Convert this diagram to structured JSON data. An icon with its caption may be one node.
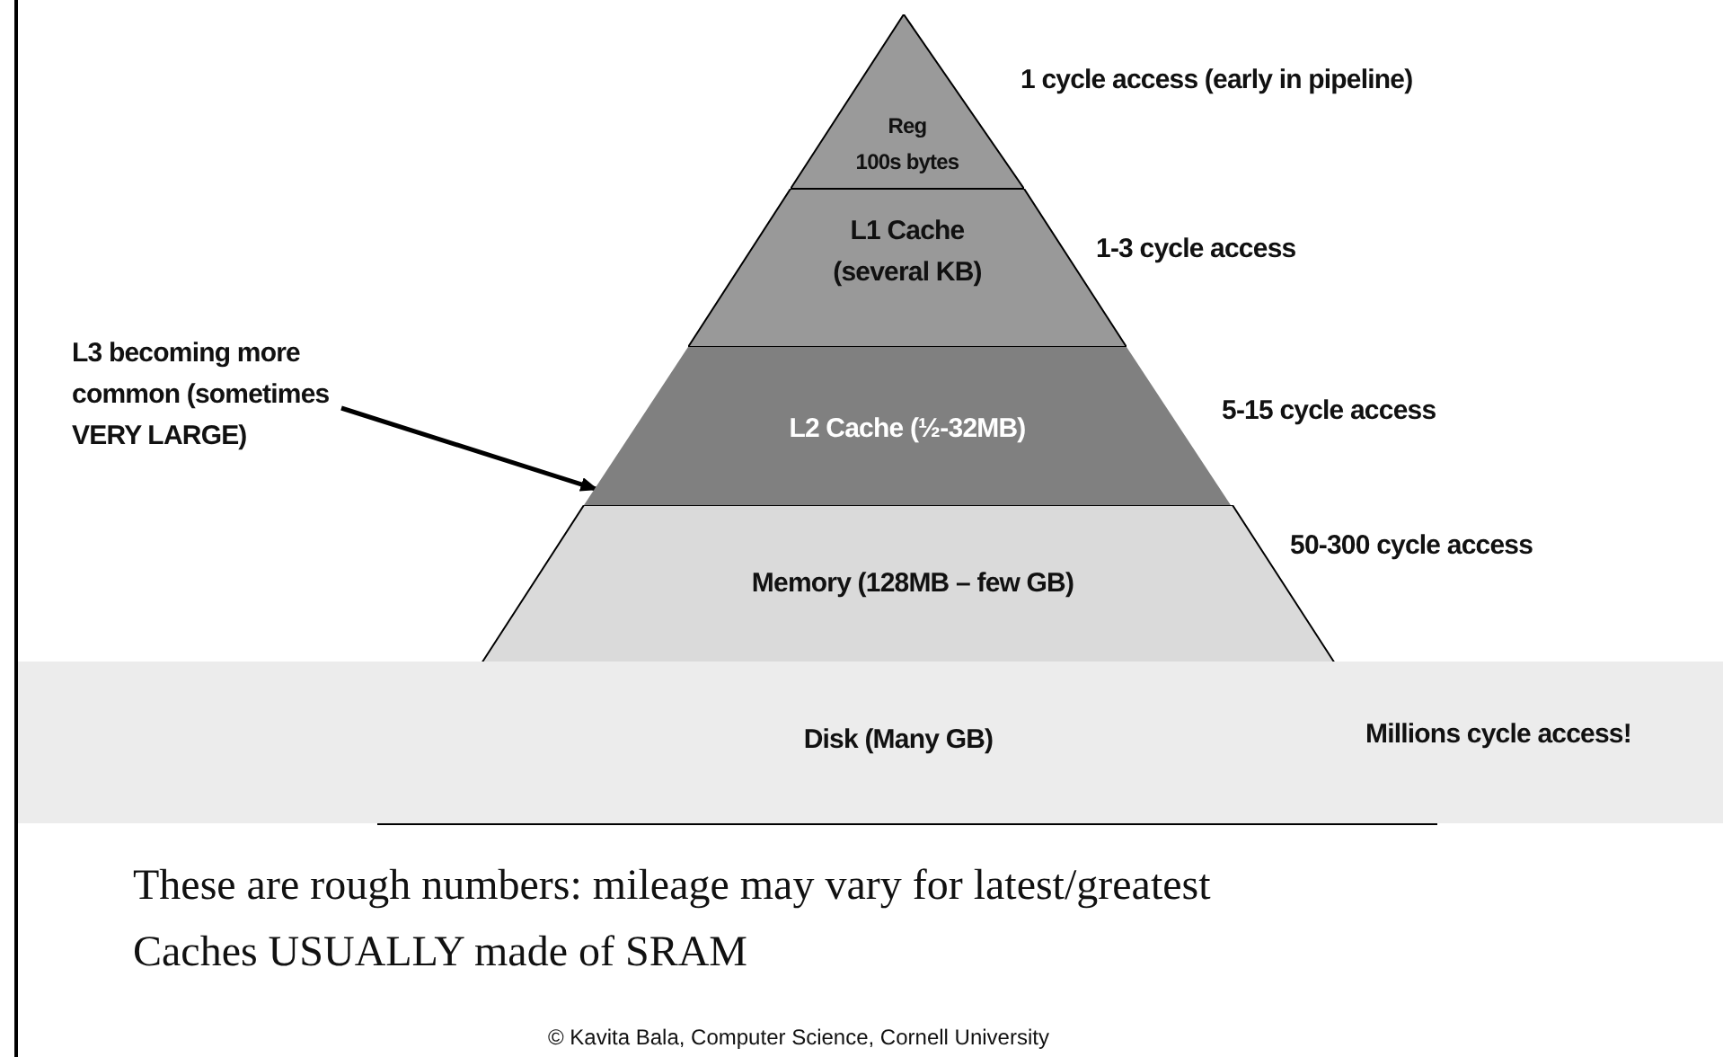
{
  "diagram": {
    "nodes": [
      {
        "text": [
          "Reg",
          "100s bytes"
        ],
        "beside": [
          "1 cycle access (early in pipeline)"
        ]
      },
      {
        "text": [
          "L1 Cache (several KB)"
        ],
        "beside": [
          "1-3 cycle access"
        ]
      },
      {
        "text": [
          "L2 Cache  (½-32MB)"
        ],
        "beside": [
          "5-15 cycle access"
        ]
      },
      {
        "text": [
          "Memory (128MB – few GB)"
        ],
        "beside": [
          "50-300 cycle access"
        ]
      },
      {
        "text": [
          "Disk (Many GB)",
          "Millions cycle access!"
        ]
      },
      {
        "text": [
          "L3 becoming more common (sometimes VERY LARGE)"
        ]
      }
    ],
    "edges": [
      {
        "from": 5,
        "to": 2,
        "arrow": "to"
      }
    ],
    "labels": [
      "These are rough numbers: mileage may vary for latest/greatest",
      "Caches USUALLY made of SRAM",
      "© Kavita Bala, Computer Science, Cornell University"
    ]
  }
}
